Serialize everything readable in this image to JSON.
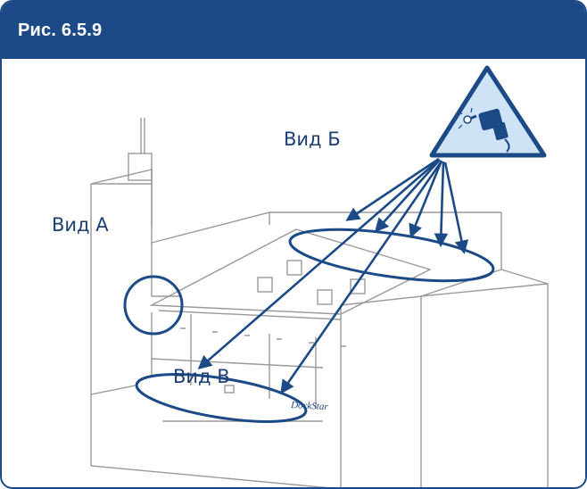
{
  "figure": {
    "title": "Рис. 6.5.9"
  },
  "labels": {
    "view_a": "Вид А",
    "view_b": "Вид Б",
    "view_v": "Вид В"
  },
  "logo_text": "DockStar",
  "colors": {
    "header_bg": "#1c4a86",
    "accent": "#1c4a86",
    "line_art": "#8f8f8f",
    "warning_fill": "#cfe3f6"
  },
  "icons": {
    "warning": "welding-warning-icon"
  }
}
